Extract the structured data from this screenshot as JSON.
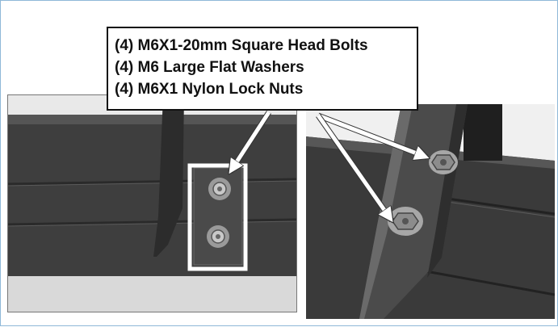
{
  "callout": {
    "lines": [
      "(4) M6X1-20mm Square Head Bolts",
      "(4) M6 Large Flat Washers",
      "(4) M6X1 Nylon Lock Nuts"
    ]
  },
  "figures": {
    "left": "bracket-bolted-to-rail-closeup-left",
    "right": "bracket-bolted-to-rail-closeup-right"
  },
  "colors": {
    "frame_border": "#8fb8d8",
    "metal_dark": "#3a3a3a",
    "highlight": "#ffffff"
  }
}
